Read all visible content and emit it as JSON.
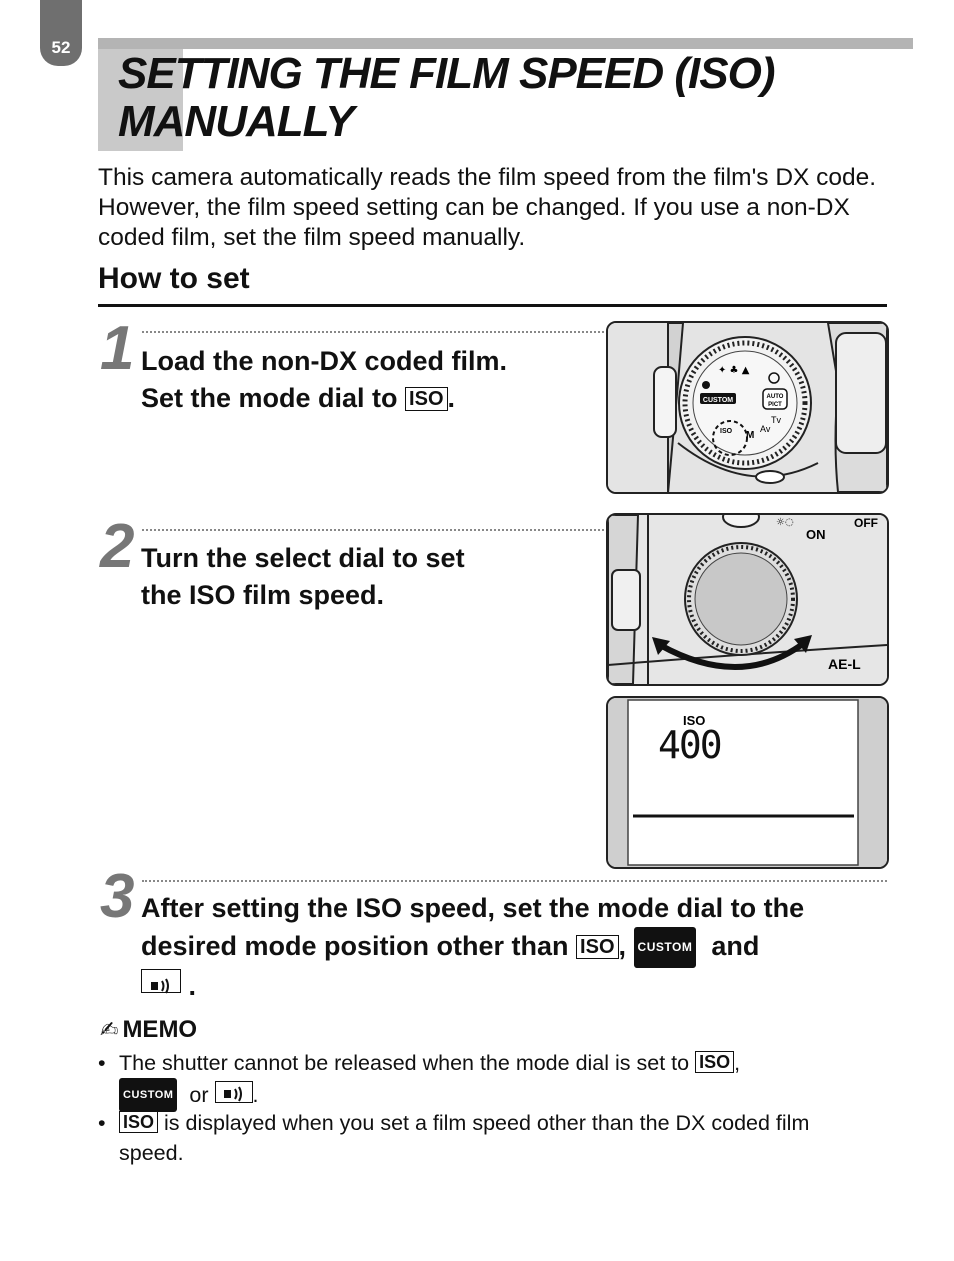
{
  "page_number": "52",
  "title_line1": "SETTING THE FILM SPEED (ISO)",
  "title_line2": "MANUALLY",
  "intro": "This camera automatically reads the film speed from the film's DX code. However, the film speed setting can be changed. If you use a non-DX coded film, set the film speed manually.",
  "subheading": "How to set",
  "steps": [
    {
      "number": "1",
      "line1": "Load the non-DX coded film.",
      "line2_before": "Set the mode dial to",
      "line2_icon": "ISO",
      "line2_after": "."
    },
    {
      "number": "2",
      "line1": "Turn the select dial to set",
      "line2": "the ISO film speed."
    },
    {
      "number": "3",
      "line1": "After setting the ISO speed, set the mode dial to the",
      "line2_before": "desired mode position other than",
      "icon_iso": "ISO",
      "comma": ",",
      "icon_custom": "CUSTOM",
      "and": "and",
      "period": "."
    }
  ],
  "figures": {
    "dial": {
      "labels": {
        "custom": "CUSTOM",
        "auto": "AUTO",
        "pict": "PICT",
        "tv": "Tv",
        "av": "Av",
        "m": "M",
        "iso": "ISO"
      }
    },
    "select_dial": {
      "on": "ON",
      "off": "OFF",
      "ael": "AE-L"
    },
    "lcd": {
      "iso_label": "ISO",
      "value": "400"
    }
  },
  "memo": {
    "heading": "MEMO",
    "item1_before": "The shutter cannot be released when the mode dial is set to",
    "item1_icon_iso": "ISO",
    "item1_comma": ",",
    "item1_icon_custom": "CUSTOM",
    "item1_or": "or",
    "item1_period": ".",
    "item2_icon_iso": "ISO",
    "item2_after": "is displayed when you set a film speed other than the DX coded film speed."
  },
  "icons": [
    "pencil-icon",
    "drive-mode-icon",
    "custom-icon"
  ]
}
